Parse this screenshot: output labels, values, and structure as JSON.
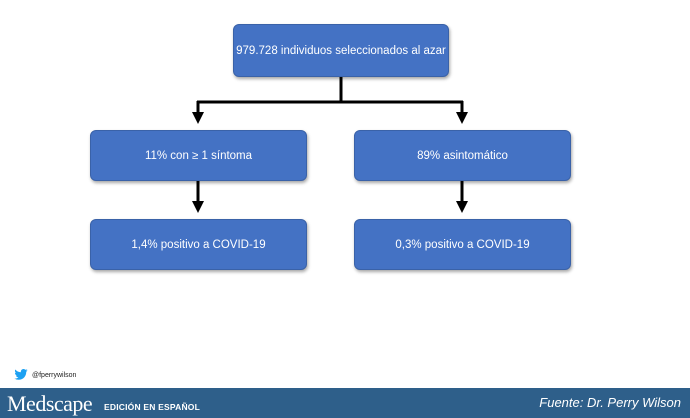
{
  "diagram": {
    "root": "979.728 individuos seleccionados al azar",
    "left_branch": "11% con ≥ 1 síntoma",
    "right_branch": "89% asintomático",
    "left_result": "1,4% positivo a COVID-19",
    "right_result": "0,3% positivo a COVID-19"
  },
  "social": {
    "handle": "@fperrywilson",
    "icon": "twitter-bird-icon"
  },
  "footer": {
    "brand": "Medscape",
    "edition": "EDICIÓN EN ESPAÑOL",
    "credit": "Fuente: Dr. Perry Wilson"
  },
  "colors": {
    "box_fill": "#4472c4",
    "footer_bg": "#2e5f8a",
    "connector": "#000000"
  }
}
